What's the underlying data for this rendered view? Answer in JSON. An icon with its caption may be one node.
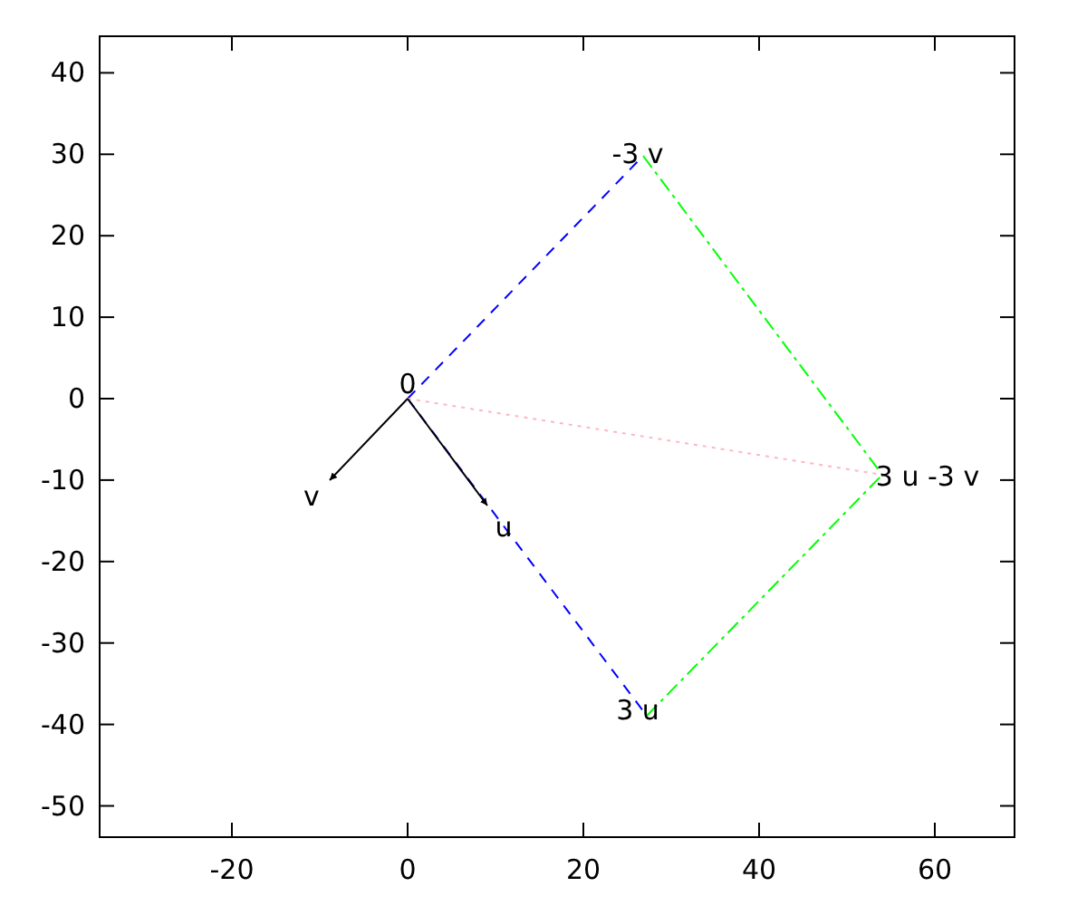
{
  "diagram": {
    "nodes": [
      {
        "text": [
          "0"
        ]
      },
      {
        "text": [
          "v"
        ]
      },
      {
        "text": [
          "u"
        ]
      },
      {
        "text": [
          "3 u"
        ]
      },
      {
        "text": [
          "-3 v"
        ]
      },
      {
        "text": [
          "3 u -3 v"
        ]
      }
    ],
    "edges": [
      {
        "from": 0,
        "to": 1,
        "arrow": "to"
      },
      {
        "from": 0,
        "to": 3,
        "arrow": "none",
        "style": "dashed",
        "color": "#0000ff"
      },
      {
        "from": 0,
        "to": 2,
        "arrow": "to"
      },
      {
        "from": 0,
        "to": 4,
        "arrow": "none",
        "style": "dashed",
        "color": "#0000ff"
      },
      {
        "from": 4,
        "to": 5,
        "arrow": "none",
        "style": "dashed",
        "color": "#00ff00"
      },
      {
        "from": 3,
        "to": 5,
        "arrow": "none",
        "style": "dashed",
        "color": "#00ff00"
      },
      {
        "from": 0,
        "to": 5,
        "arrow": "none",
        "style": "dashed",
        "color": "#ffb6c1"
      }
    ],
    "labels": [
      "40",
      "30",
      "20",
      "10",
      "0",
      "-10",
      "-20",
      "-30",
      "-40",
      "-50",
      "-20",
      "0",
      "20",
      "40",
      "60"
    ]
  }
}
